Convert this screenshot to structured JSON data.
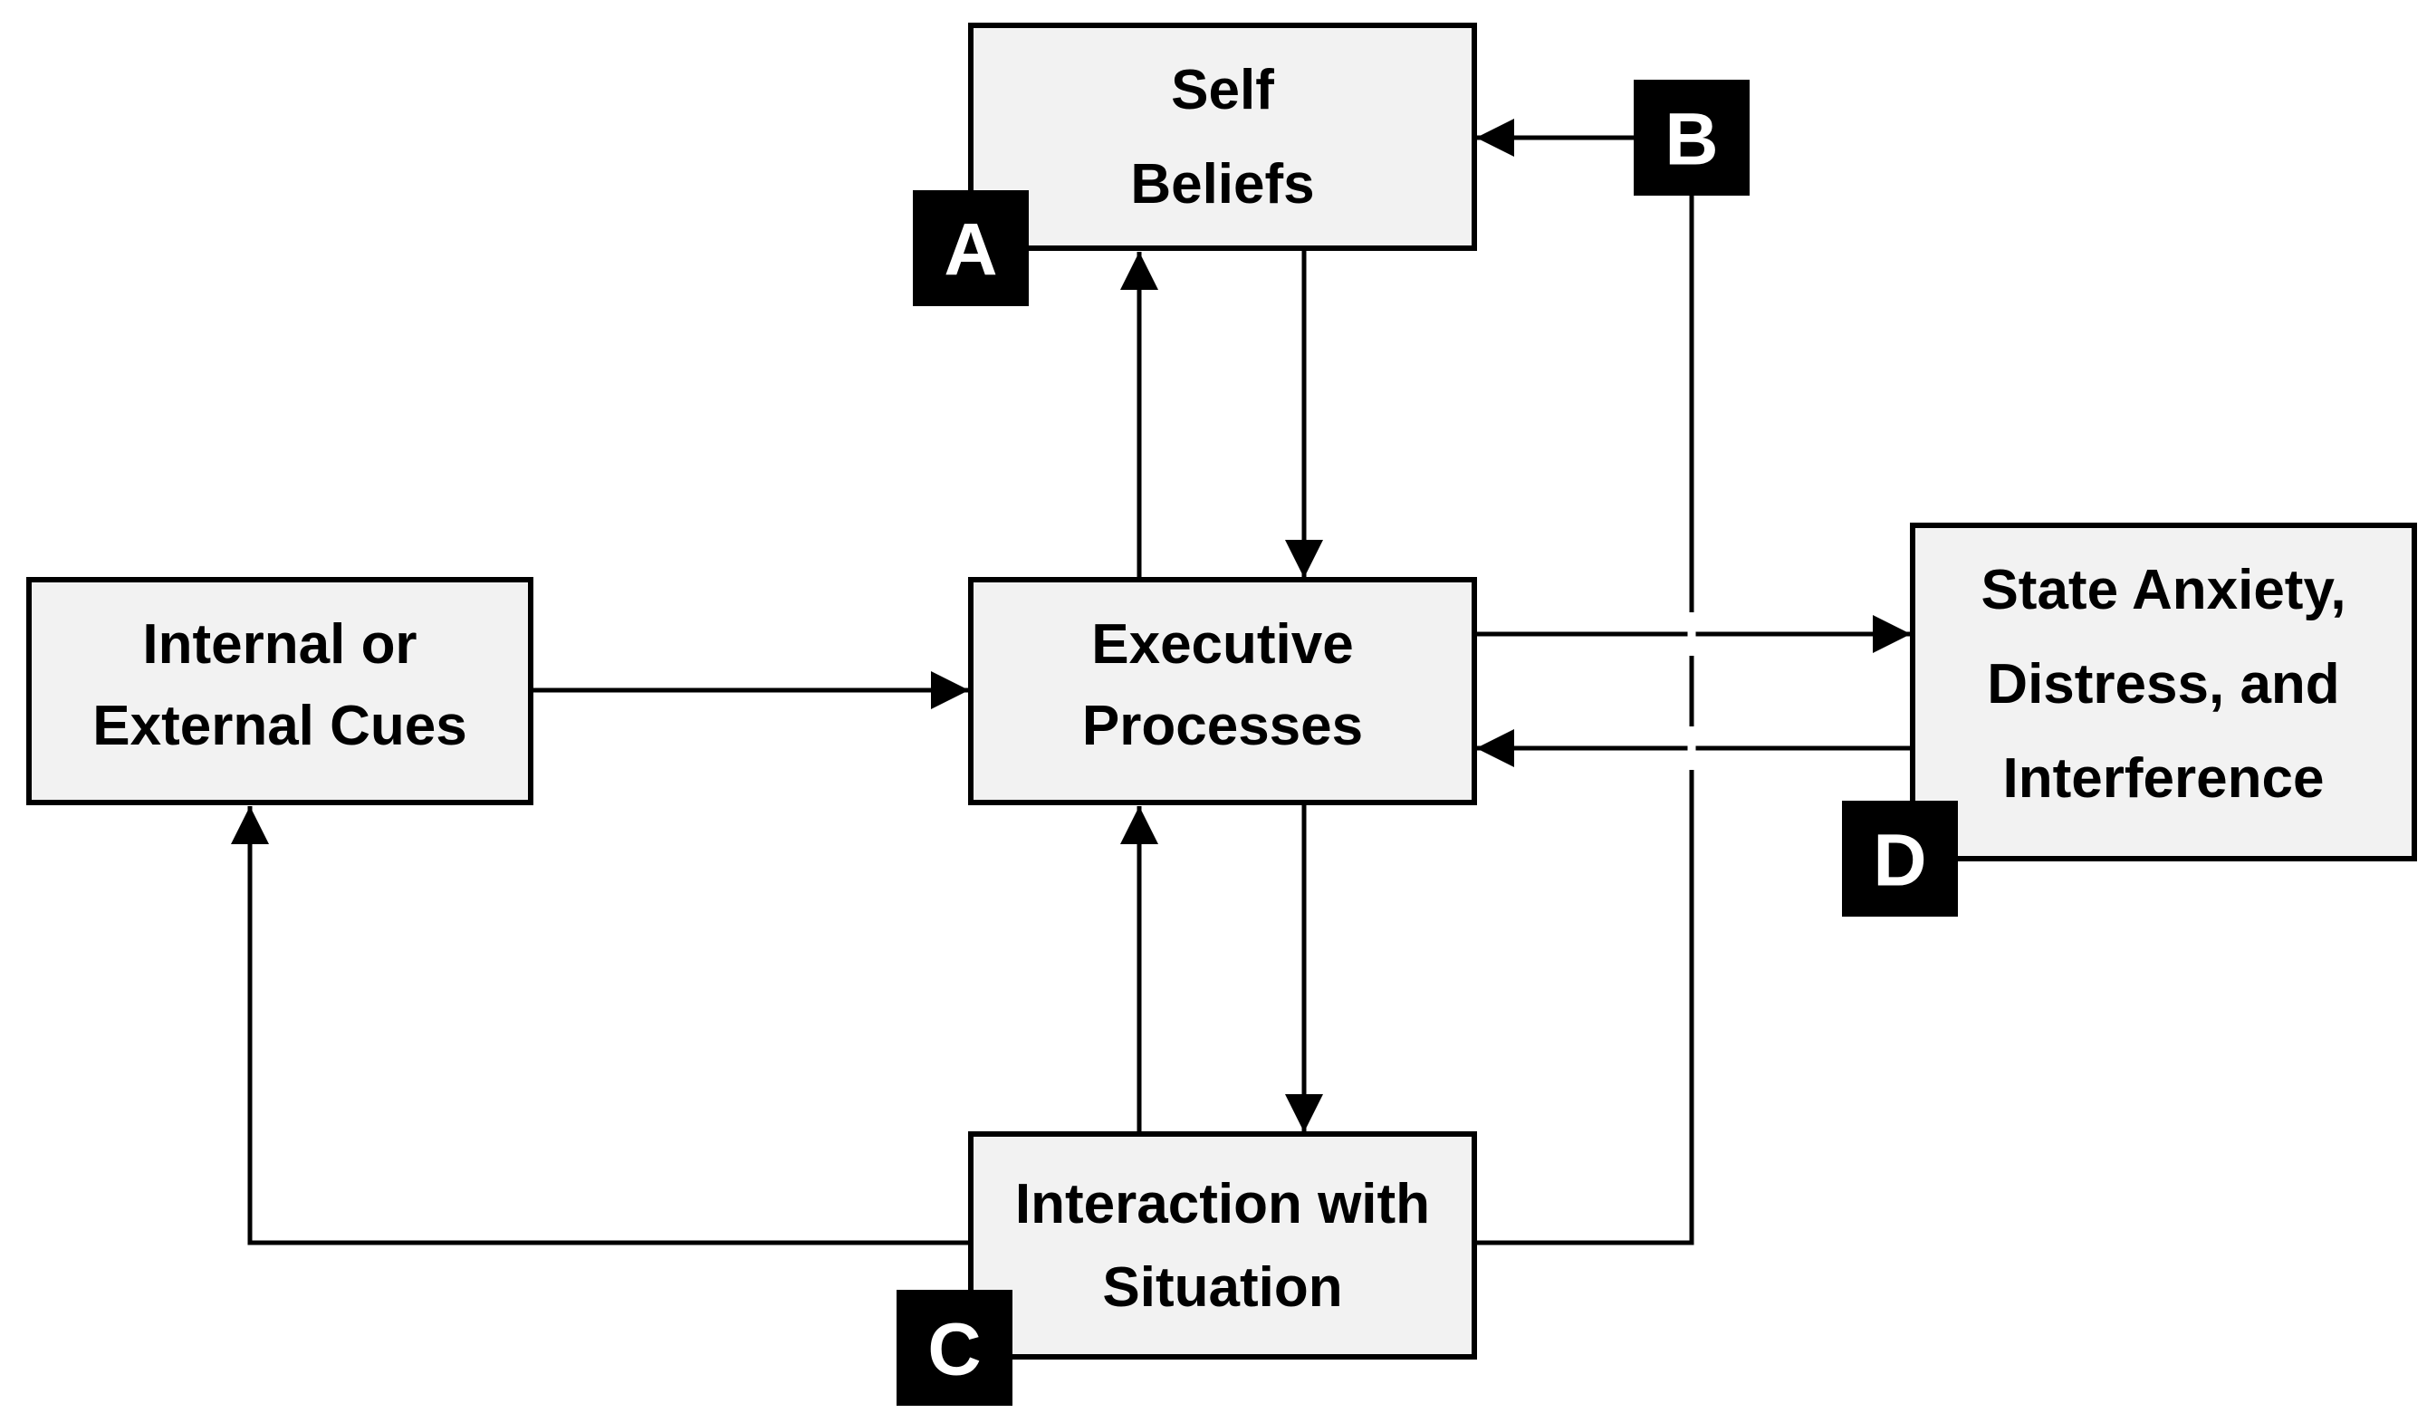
{
  "nodes": {
    "self_beliefs": {
      "lines": [
        "Self",
        "Beliefs"
      ]
    },
    "internal_external_cues": {
      "lines": [
        "Internal or",
        "External Cues"
      ]
    },
    "executive_processes": {
      "lines": [
        "Executive",
        "Processes"
      ]
    },
    "state_anxiety": {
      "lines": [
        "State Anxiety,",
        "Distress, and",
        "Interference"
      ]
    },
    "interaction_situation": {
      "lines": [
        "Interaction with",
        "Situation"
      ]
    }
  },
  "badges": {
    "a": "A",
    "b": "B",
    "c": "C",
    "d": "D"
  },
  "colors": {
    "box_fill": "#f2f2f2",
    "stroke": "#000000",
    "badge_fill": "#000000",
    "badge_text": "#ffffff"
  }
}
